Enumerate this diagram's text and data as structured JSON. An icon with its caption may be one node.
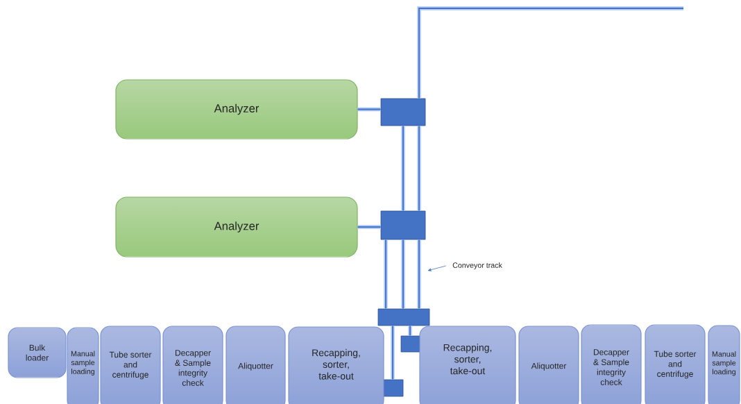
{
  "diagram": {
    "nodes": [
      {
        "text": [
          "Analyzer"
        ]
      },
      {
        "text": [
          "Analyzer"
        ]
      },
      {
        "text": [],
        "shape": "box"
      },
      {
        "text": [],
        "shape": "box"
      },
      {
        "text": [],
        "shape": "box"
      },
      {
        "text": [],
        "shape": "box"
      },
      {
        "text": [],
        "shape": "box"
      },
      {
        "text": [
          "Conveyor track"
        ]
      },
      {
        "text": [
          "Bulk loader"
        ]
      },
      {
        "text": [
          "Manual sample loading"
        ]
      },
      {
        "text": [
          "Tube sorter and centrifuge"
        ]
      },
      {
        "text": [
          "Decapper & Sample integrity check"
        ]
      },
      {
        "text": [
          "Aliquotter"
        ]
      },
      {
        "text": [
          "Recapping, sorter, take-out"
        ]
      },
      {
        "text": [
          "Recapping, sorter, take-out"
        ]
      },
      {
        "text": [
          "Aliquotter"
        ]
      },
      {
        "text": [
          "Decapper & Sample integrity check"
        ]
      },
      {
        "text": [
          "Tube sorter and centrifuge"
        ]
      },
      {
        "text": [
          "Manual sample loading"
        ]
      }
    ],
    "edges": [
      {
        "from": 0,
        "to": 2,
        "arrow": "none"
      },
      {
        "from": 1,
        "to": 3,
        "arrow": "none"
      },
      {
        "from": 2,
        "to": 3,
        "arrow": "none"
      },
      {
        "from": 2,
        "to": 3,
        "arrow": "none"
      },
      {
        "from": 2,
        "to": null,
        "arrow": "none"
      },
      {
        "from": 3,
        "to": 4,
        "arrow": "none"
      },
      {
        "from": 3,
        "to": 4,
        "arrow": "none"
      },
      {
        "from": 3,
        "to": 4,
        "arrow": "none"
      },
      {
        "from": 4,
        "to": 5,
        "arrow": "none"
      },
      {
        "from": 4,
        "to": 6,
        "arrow": "none"
      },
      {
        "from": 7,
        "to": null,
        "arrow": "to",
        "color": "#4472c4"
      }
    ]
  }
}
